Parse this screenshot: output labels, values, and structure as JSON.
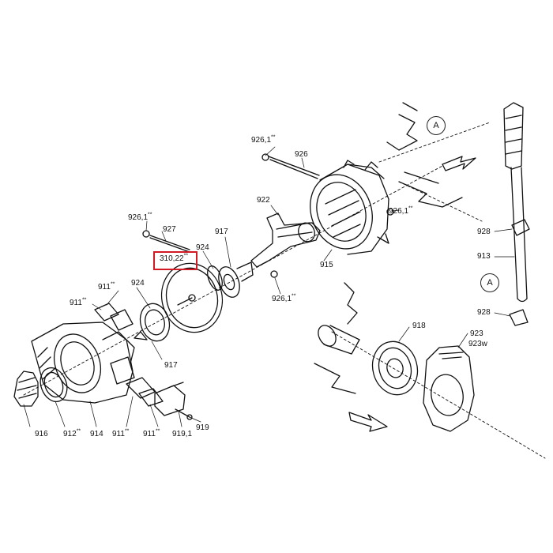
{
  "callouts": {
    "926_1_top": "926,1",
    "926": "926",
    "922": "922",
    "926_1_right": "926,1",
    "926_1_left": "926,1",
    "927": "927",
    "917_top": "917",
    "924_top": "924",
    "915": "915",
    "310_22": "310,22",
    "926_1_bottom": "926,1",
    "911_a": "911",
    "924_mid": "924",
    "911_b": "911",
    "917_bottom": "917",
    "916": "916",
    "912": "912",
    "914": "914",
    "911_c": "911",
    "911_d": "911",
    "919_1": "919,1",
    "919": "919",
    "928_top": "928",
    "913": "913",
    "928_bottom": "928",
    "918": "918",
    "923": "923",
    "923w": "923w",
    "ref_a_top": "A",
    "ref_a_mid": "A"
  },
  "suffix": "**",
  "highlight_color": "#d11a24"
}
